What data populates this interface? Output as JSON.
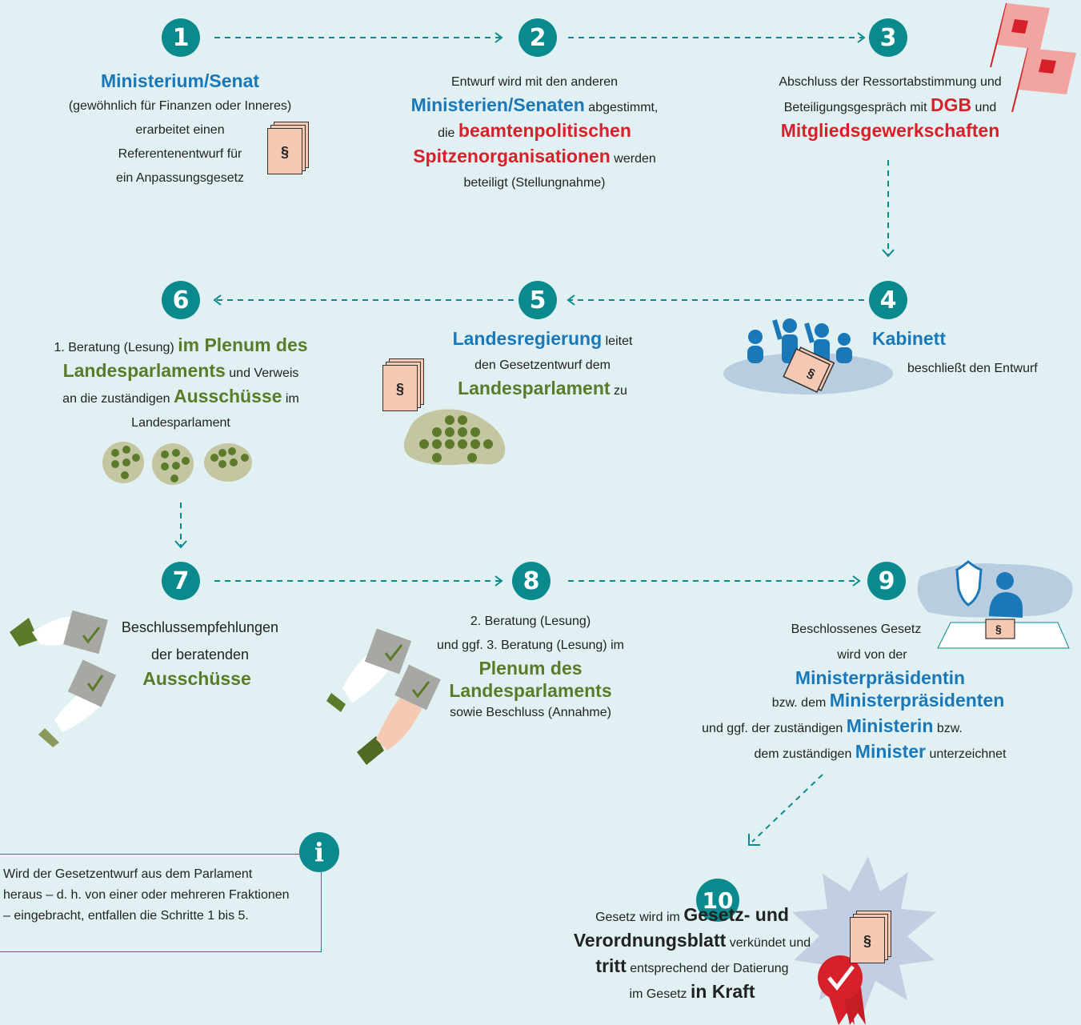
{
  "steps": {
    "s1": {
      "num": "1",
      "title": "Ministerium/Senat",
      "l1": "(gewöhnlich für Finanzen oder Inneres)",
      "l2": "erarbeitet einen",
      "l3": "Referentenentwurf für",
      "l4": "ein Anpassungsgesetz"
    },
    "s2": {
      "num": "2",
      "l1": "Entwurf wird mit den anderen",
      "hl1": "Ministerien/Senaten",
      "t1": "abgestimmt,",
      "t2": "die",
      "hl2": "beamtenpolitischen",
      "hl3": "Spitzenorganisationen",
      "t3": "werden",
      "l4": "beteiligt (Stellungnahme)"
    },
    "s3": {
      "num": "3",
      "l1": "Abschluss der Ressortabstimmung und",
      "l2a": "Beteiligungsgespräch",
      "l2b": "mit",
      "hl1": "DGB",
      "t1": "und",
      "hl2": "Mitgliedsgewerkschaften"
    },
    "s4": {
      "num": "4",
      "title": "Kabinett",
      "l1": "beschließt den Entwurf"
    },
    "s5": {
      "num": "5",
      "hl1": "Landesregierung",
      "t1": "leitet",
      "l2": "den Gesetzentwurf dem",
      "hl2": "Landesparlament",
      "t2": "zu"
    },
    "s6": {
      "num": "6",
      "t1": "1. Beratung (Lesung)",
      "hl1": "im Plenum des",
      "hl2": "Landesparlaments",
      "t2": "und Verweis",
      "t3": "an die zuständigen",
      "hl3": "Ausschüsse",
      "t4": "im",
      "l4": "Landesparlament"
    },
    "s7": {
      "num": "7",
      "l1": "Beschlussempfehlungen",
      "l2": "der beratenden",
      "hl1": "Ausschüsse"
    },
    "s8": {
      "num": "8",
      "l1": "2. Beratung (Lesung)",
      "l2": "und ggf. 3. Beratung (Lesung) im",
      "hl1": "Plenum des",
      "hl2": "Landesparlaments",
      "l3": "sowie Beschluss (Annahme)"
    },
    "s9": {
      "num": "9",
      "l1": "Beschlossenes Gesetz",
      "l2": "wird von der",
      "hl1": "Ministerpräsidentin",
      "t1": "bzw. dem",
      "hl2": "Ministerpräsidenten",
      "t2": "und ggf. der zuständigen",
      "hl3": "Ministerin",
      "t3": "bzw.",
      "t4": "dem zuständigen",
      "hl4": "Minister",
      "t5": "unterzeichnet"
    },
    "s10": {
      "num": "10",
      "t1": "Gesetz wird im",
      "hl1": "Gesetz- und",
      "hl2": "Verordnungsblatt",
      "t2": "verkündet und",
      "hl3": "tritt",
      "t3": "entsprechend der Datierung",
      "t4": "im Gesetz",
      "hl4": "in Kraft"
    }
  },
  "info": {
    "icon": "i",
    "l1": "Wird der Gesetzentwurf aus dem Parlament",
    "l2": "heraus – d. h. von einer oder mehreren Fraktionen",
    "l3": "– eingebracht, entfallen die Schritte 1 bis 5."
  },
  "symbols": {
    "paragraph": "§"
  },
  "colors": {
    "background": "#e1f1f3",
    "teal": "#0b8a8e",
    "blue": "#1a78b8",
    "red": "#d8202a",
    "green": "#5b7b2a"
  }
}
